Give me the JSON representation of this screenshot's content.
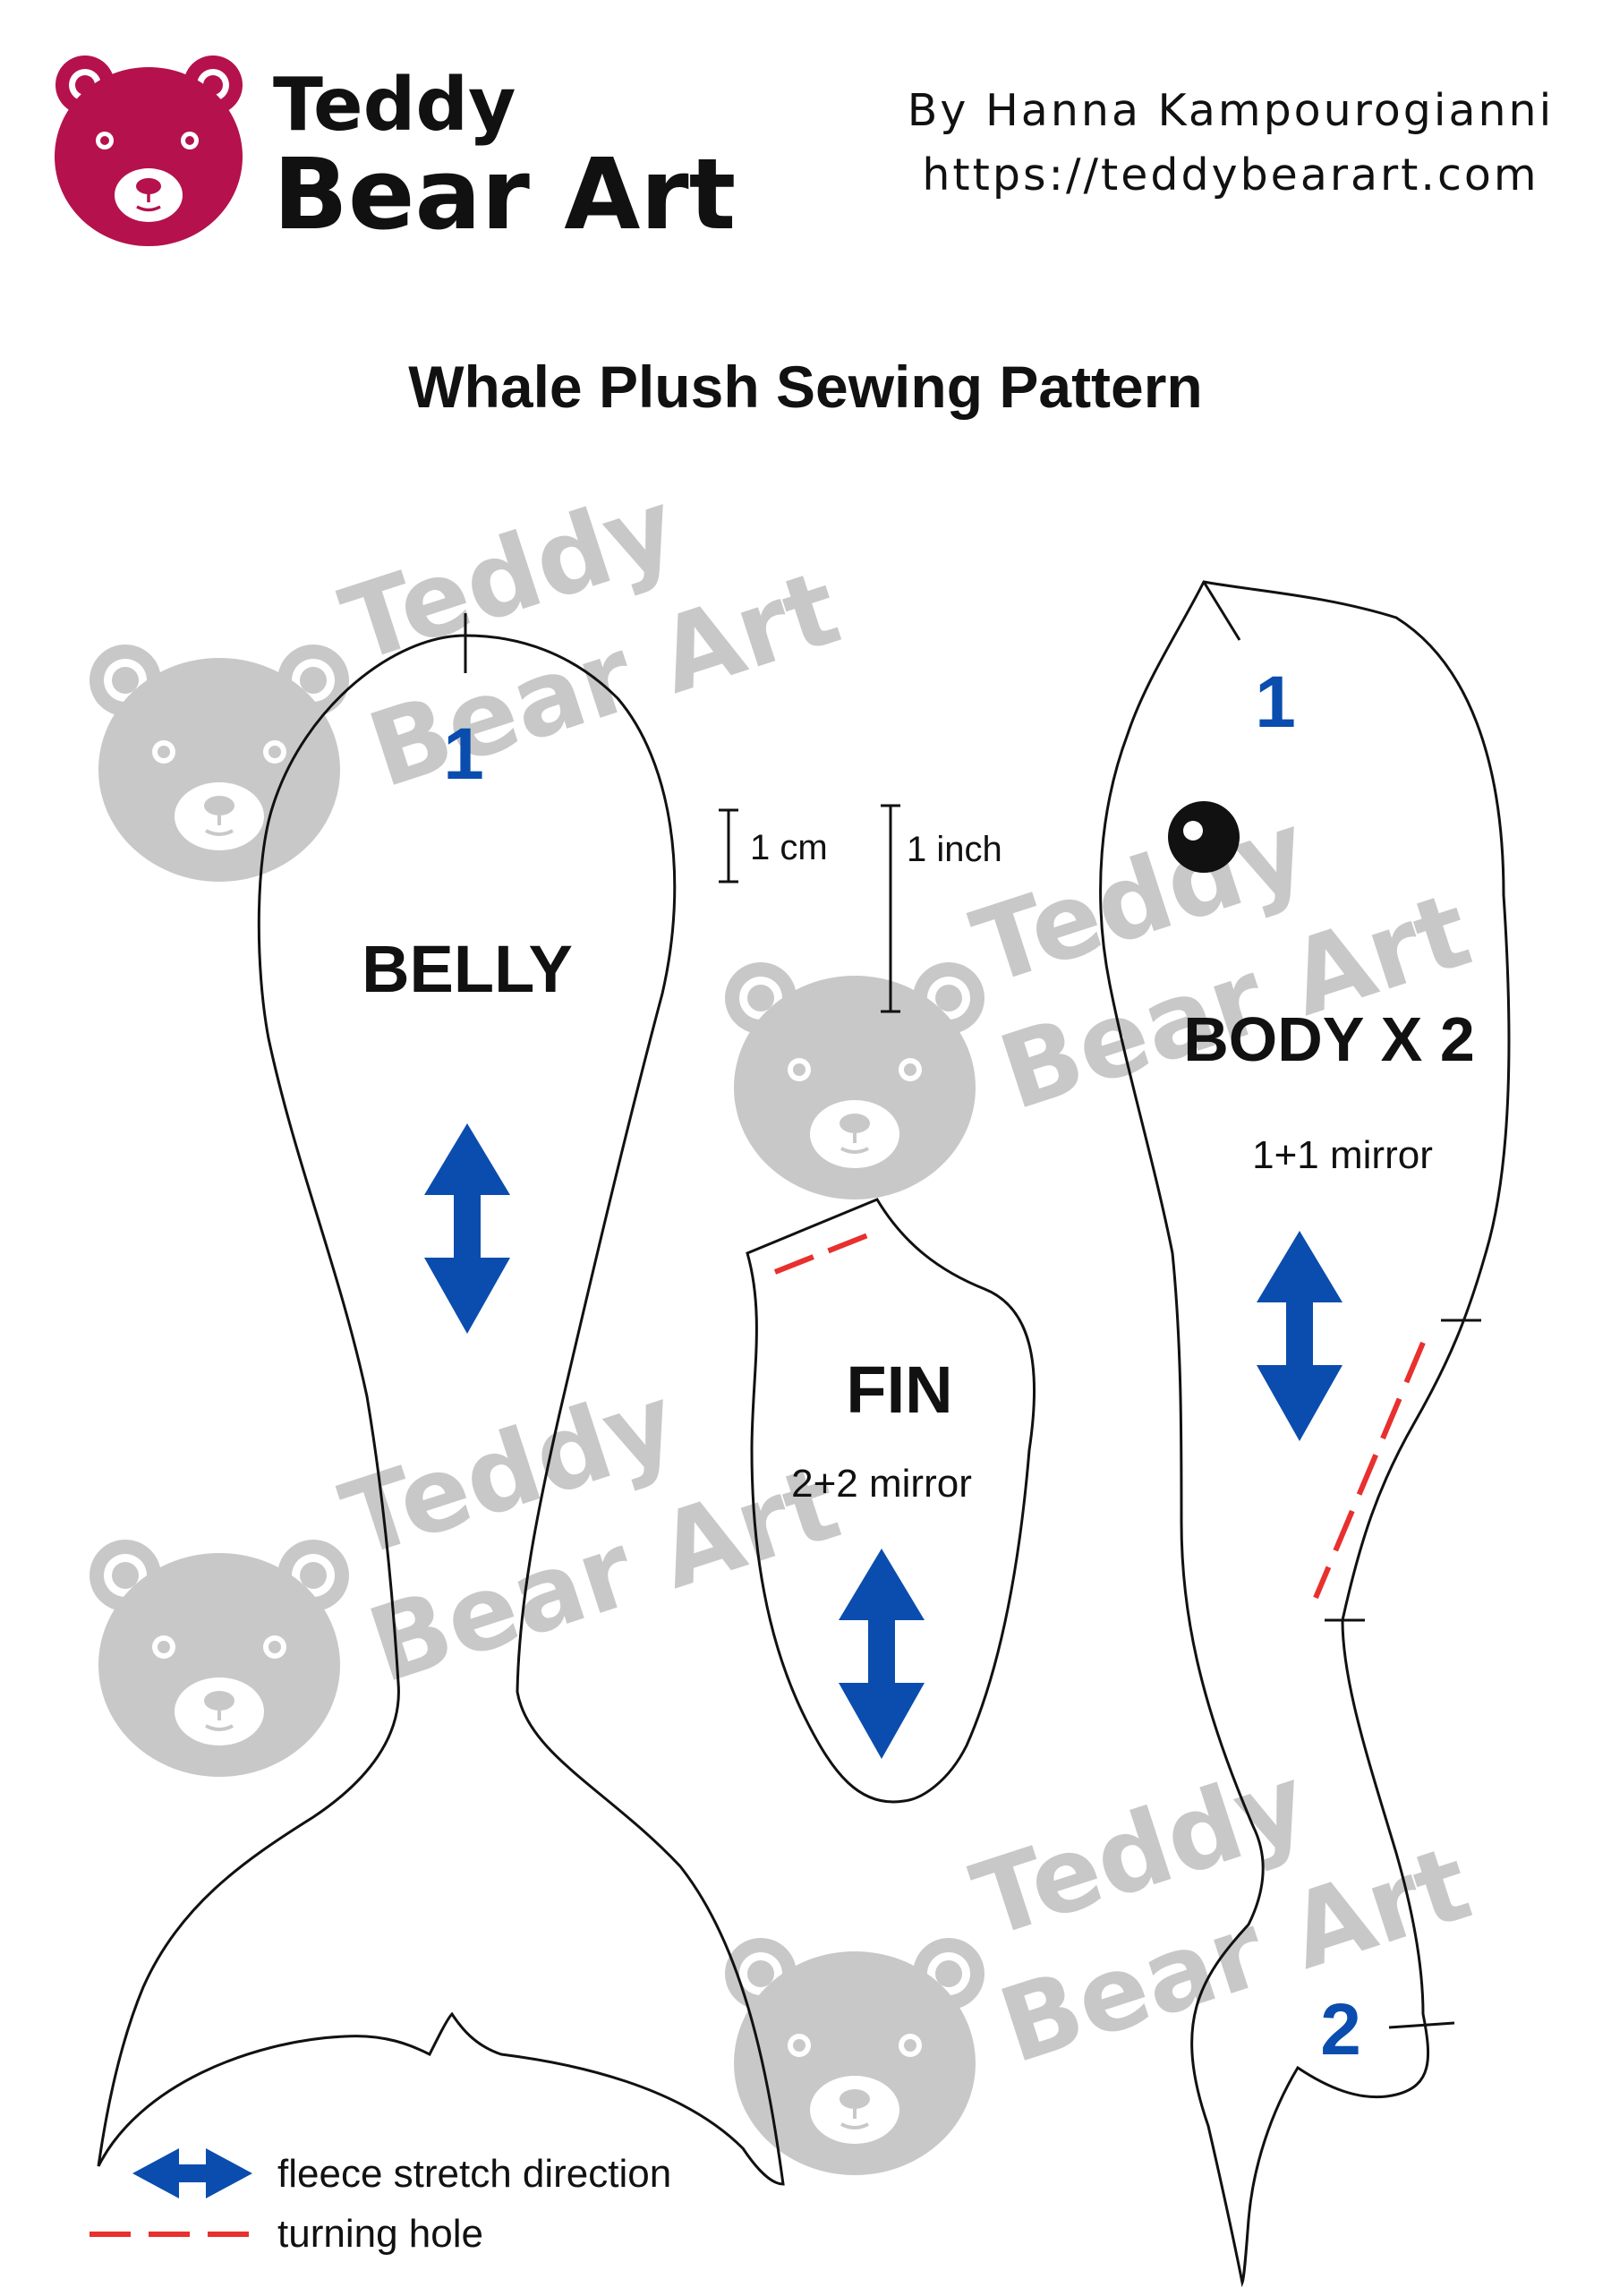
{
  "brand": {
    "name_line1": "Teddy",
    "name_line2": "Bear Art",
    "color": "#B5114C"
  },
  "author": {
    "byline": "By Hanna Kampourogianni",
    "url": "https://teddybearart.com"
  },
  "title": "Whale Plush Sewing Pattern",
  "pieces": {
    "belly": {
      "label": "BELLY",
      "mark_1": "1"
    },
    "fin": {
      "label": "FIN",
      "note": "2+2 mirror"
    },
    "body": {
      "label": "BODY X 2",
      "note": "1+1 mirror",
      "mark_1": "1",
      "mark_2": "2"
    }
  },
  "scale": {
    "cm": "1 cm",
    "inch": "1 inch"
  },
  "legend": {
    "stretch": "fleece stretch direction",
    "hole": "turning hole"
  },
  "watermark": {
    "line1": "Teddy",
    "line2": "Bear Art",
    "color": "#c8c8c8"
  },
  "colors": {
    "arrow_blue": "#0A4DAE",
    "hole_red": "#E8302E",
    "number_blue": "#0A4DAE"
  }
}
